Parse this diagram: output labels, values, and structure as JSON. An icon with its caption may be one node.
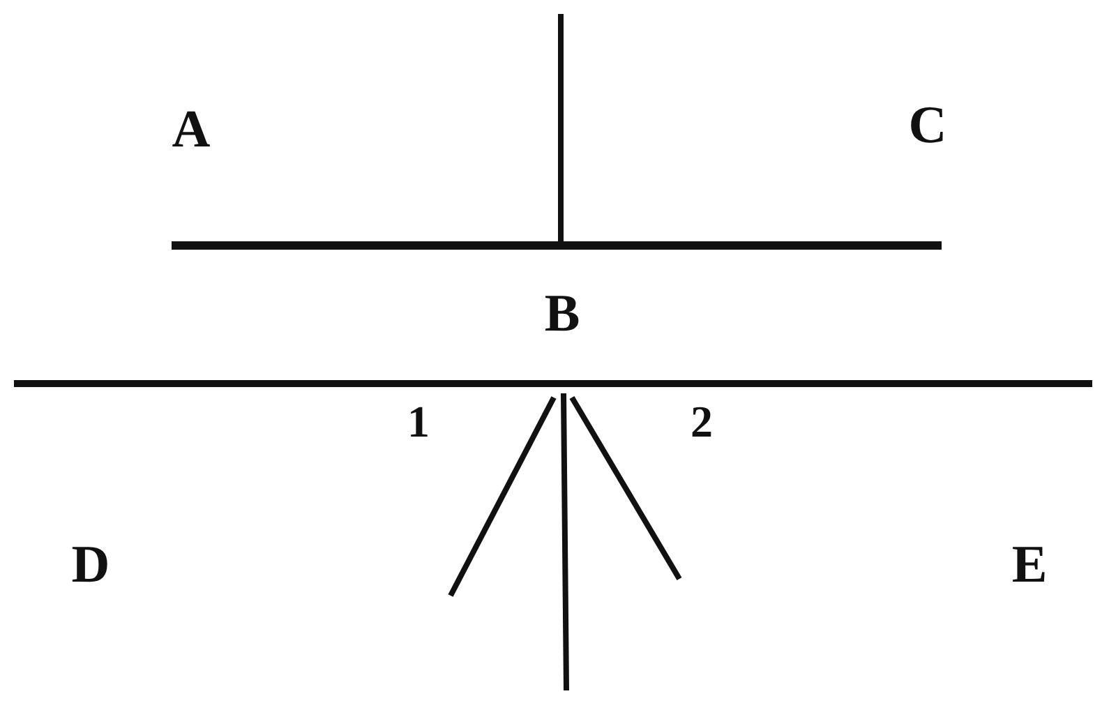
{
  "diagram": {
    "labels": [
      "A",
      "C",
      "B",
      "1",
      "2",
      "D",
      "E"
    ]
  }
}
